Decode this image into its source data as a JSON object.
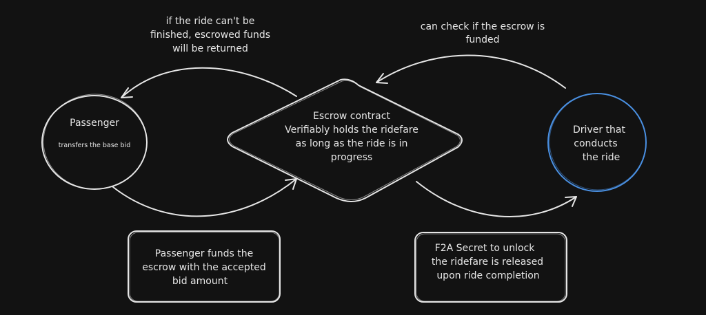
{
  "nodes": {
    "passenger": {
      "title": "Passenger",
      "subtitle": "transfers the base bid"
    },
    "escrow": {
      "line1": "Escrow contract",
      "line2": "Verifiably holds the ridefare",
      "line3": "as long as the ride is in",
      "line4": "progress"
    },
    "driver": {
      "line1": "Driver that",
      "line2": "conducts",
      "line3": "the ride",
      "border_color": "#4a90e2"
    }
  },
  "annotations": {
    "refund": {
      "line1": "if the ride can't be",
      "line2": "finished, escrowed funds",
      "line3": "will be returned"
    },
    "check": {
      "line1": "can check if the escrow is",
      "line2": "funded"
    }
  },
  "notes": {
    "funding": {
      "line1": "Passenger funds the",
      "line2": "escrow with the accepted",
      "line3": "bid amount"
    },
    "secret": {
      "line1": "F2A Secret to unlock",
      "line2": "the ridefare is released",
      "line3": "upon ride completion"
    }
  },
  "colors": {
    "background": "#121212",
    "stroke": "#e6e6e6",
    "driver_accent": "#4a90e2"
  }
}
